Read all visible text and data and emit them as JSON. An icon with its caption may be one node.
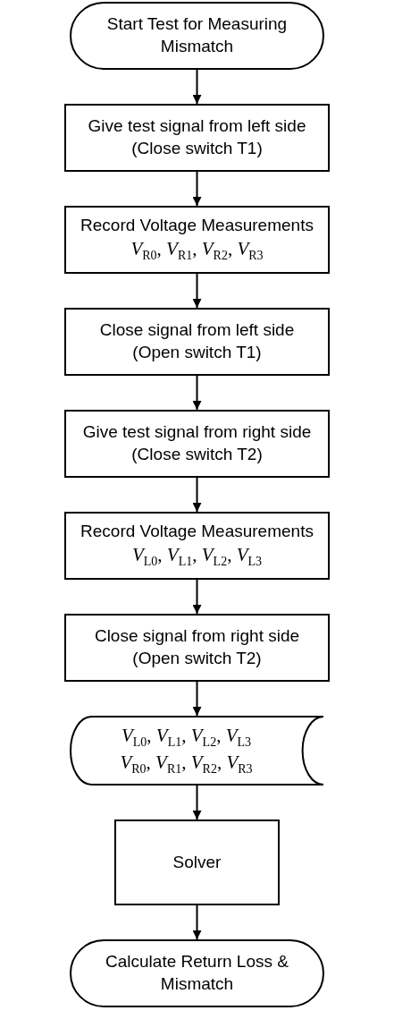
{
  "diagram": {
    "nodes": [
      {
        "text": [
          "Start Test for Measuring Mismatch"
        ]
      },
      {
        "text": [
          "Give test signal from left side",
          "(Close switch T1)"
        ]
      },
      {
        "text": [
          "Record Voltage Measurements",
          "*V*$_{R0}$, *V*$_{R1}$, *V*$_{R2}$, *V*$_{R3}$"
        ]
      },
      {
        "text": [
          "Close signal from left side",
          "(Open switch T1)"
        ]
      },
      {
        "text": [
          "Give test signal from right side",
          "(Close switch T2)"
        ]
      },
      {
        "text": [
          "Record Voltage Measurements",
          "*V*$_{L0}$, *V*$_{L1}$, *V*$_{L2}$, *V*$_{L3}$"
        ]
      },
      {
        "text": [
          "Close signal from right side",
          "(Open switch T2)"
        ]
      },
      {
        "text": [
          "*V*$_{L0}$, *V*$_{L1}$, *V*$_{L2}$, *V*$_{L3}$",
          "*V*$_{R0}$, *V*$_{R1}$, *V*$_{R2}$, *V*$_{R3}$"
        ]
      },
      {
        "text": [
          "Solver"
        ]
      },
      {
        "text": [
          "Calculate Return Loss & Mismatch"
        ]
      }
    ],
    "edges": [
      {
        "from": 0,
        "to": 1,
        "arrow": "to"
      },
      {
        "from": 1,
        "to": 2,
        "arrow": "to"
      },
      {
        "from": 2,
        "to": 3,
        "arrow": "to"
      },
      {
        "from": 3,
        "to": 4,
        "arrow": "to"
      },
      {
        "from": 4,
        "to": 5,
        "arrow": "to"
      },
      {
        "from": 5,
        "to": 6,
        "arrow": "to"
      },
      {
        "from": 6,
        "to": 7,
        "arrow": "to"
      },
      {
        "from": 7,
        "to": 8,
        "arrow": "to"
      },
      {
        "from": 8,
        "to": 9,
        "arrow": "to"
      }
    ]
  }
}
